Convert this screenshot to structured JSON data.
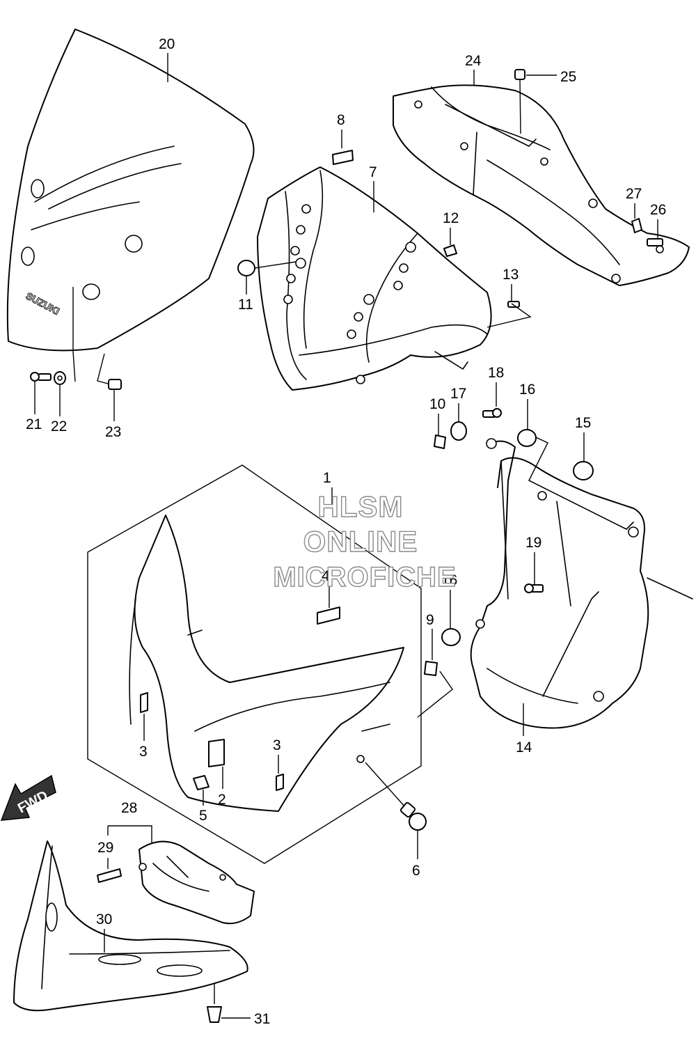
{
  "diagram": {
    "callouts": [
      "20",
      "24",
      "25",
      "8",
      "7",
      "12",
      "27",
      "26",
      "11",
      "13",
      "21",
      "22",
      "23",
      "18",
      "16",
      "17",
      "10",
      "15",
      "1",
      "19",
      "4",
      "16",
      "9",
      "3",
      "3",
      "2",
      "5",
      "14",
      "28",
      "29",
      "30",
      "6",
      "31"
    ],
    "logo_text": "SUZUKI",
    "fwd_label": "FWD",
    "watermark": {
      "line1": "HLSM",
      "line2": "ONLINE",
      "line3": "MICROFICHE"
    }
  }
}
